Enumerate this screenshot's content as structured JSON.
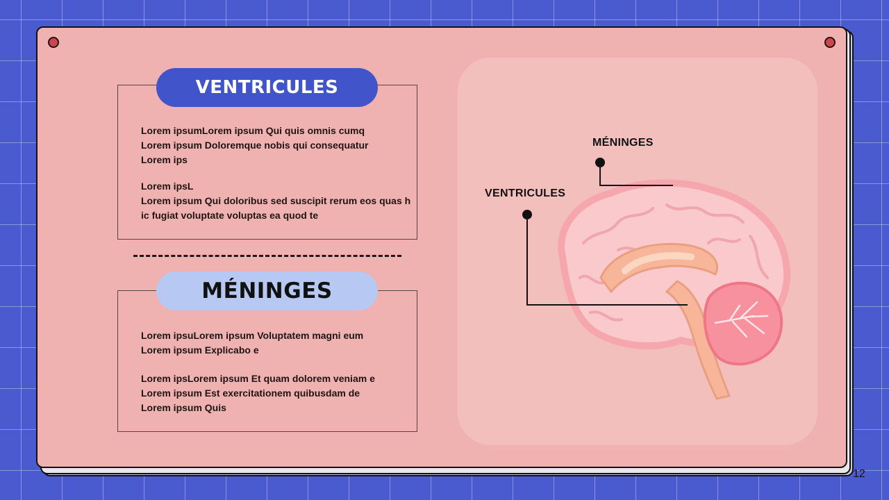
{
  "slide": {
    "page_number": "12"
  },
  "ventricules": {
    "title": "VENTRICULES",
    "para1": "Lorem ipsumLorem ipsum Qui quis omnis cumq Lorem ipsum Doloremque nobis qui consequatur Lorem ips",
    "para2_line1": "Lorem ipsL",
    "para2_line2": "Lorem ipsum Qui doloribus sed suscipit rerum eos quas hic fugiat voluptate voluptas ea quod te"
  },
  "meninges": {
    "title": "MÉNINGES",
    "para1": "Lorem ipsuLorem ipsum Voluptatem magni eum Lorem ipsum Explicabo e",
    "para2": "Lorem ipsLorem ipsum Et quam dolorem veniam e Lorem ipsum Est exercitationem quibusdam de Lorem ipsum Quis"
  },
  "diagram": {
    "label_meninges": "MÉNINGES",
    "label_ventricules": "VENTRICULES"
  },
  "colors": {
    "background": "#4a5bd0",
    "panel": "#efb2b0",
    "pill_blue": "#4154c9",
    "pill_light": "#b7c9f2"
  }
}
